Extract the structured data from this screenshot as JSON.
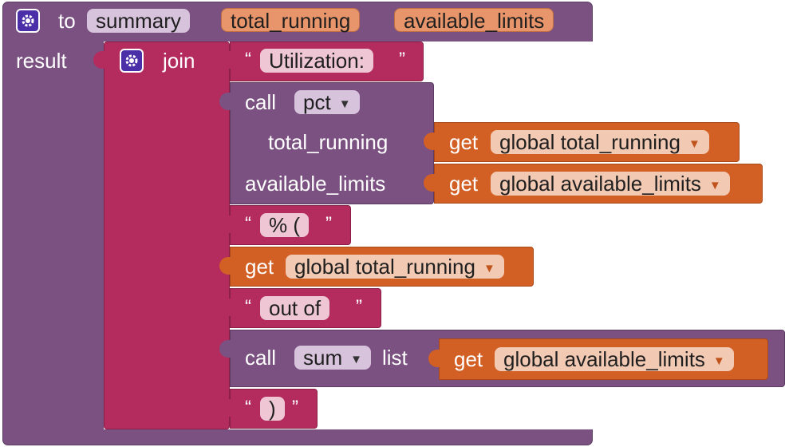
{
  "procedure": {
    "keyword": "to",
    "name": "summary",
    "params": [
      "total_running",
      "available_limits"
    ],
    "result_label": "result"
  },
  "join": {
    "label": "join"
  },
  "items": {
    "str1": "Utilization:",
    "call1": {
      "keyword": "call",
      "name": "pct",
      "arg1_label": "total_running",
      "arg1_get": "get",
      "arg1_var": "global total_running",
      "arg2_label": "available_limits",
      "arg2_get": "get",
      "arg2_var": "global available_limits"
    },
    "str2": "% (",
    "get3": {
      "get": "get",
      "var": "global total_running"
    },
    "str3": "out of",
    "call2": {
      "keyword": "call",
      "name": "sum",
      "list_label": "list",
      "arg_get": "get",
      "arg_var": "global available_limits"
    },
    "str4": ")"
  },
  "quotes": {
    "open": "“",
    "close": "”"
  },
  "colors": {
    "procedure": "#7a5181",
    "text": "#b42c5e",
    "variable": "#d25f24",
    "gear": "#4b2fa8"
  },
  "icons": {
    "gear": "gear-icon",
    "dropdown": "dropdown-arrow-icon"
  }
}
